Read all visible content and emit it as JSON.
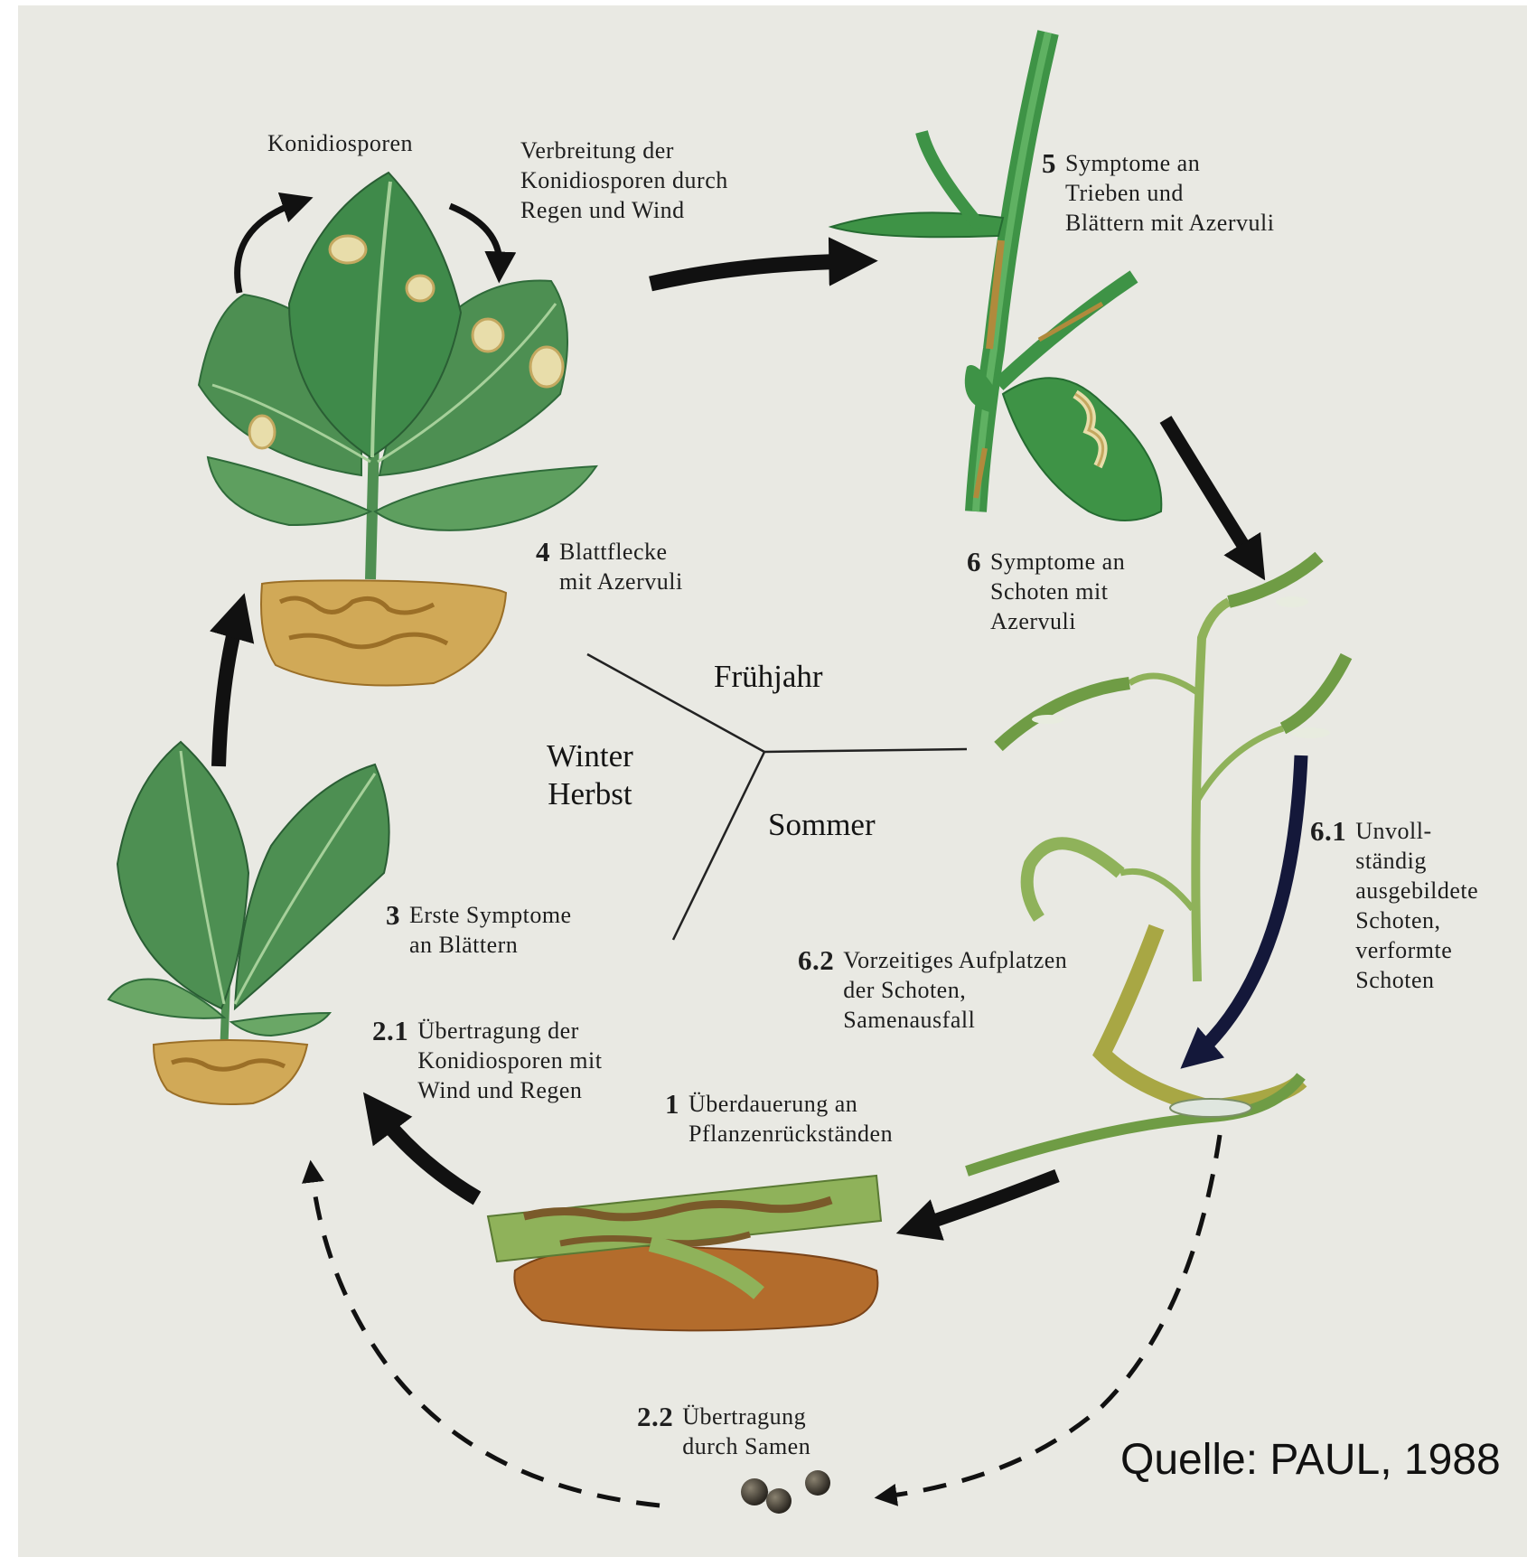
{
  "labels": {
    "konidiosporen": "Konidiosporen",
    "verbreitung": "Verbreitung der\nKonidiosporen durch\nRegen und Wind",
    "step4": {
      "num": "4",
      "text": "Blattflecke\nmit Azervuli"
    },
    "step5": {
      "num": "5",
      "text": "Symptome an\nTrieben und\nBlättern mit Azervuli"
    },
    "step6": {
      "num": "6",
      "text": "Symptome an\nSchoten mit\nAzervuli"
    },
    "step61": {
      "num": "6.1",
      "text": "Unvoll-\nständig\nausgebildete\nSchoten,\nverformte\nSchoten"
    },
    "step62": {
      "num": "6.2",
      "text": "Vorzeitiges Aufplatzen\nder Schoten,\nSamenausfall"
    },
    "step1": {
      "num": "1",
      "text": "Überdauerung an\nPflanzenrückständen"
    },
    "step21": {
      "num": "2.1",
      "text": "Übertragung der\nKonidiosporen mit\nWind und Regen"
    },
    "step22": {
      "num": "2.2",
      "text": "Übertragung\ndurch Samen"
    },
    "step3": {
      "num": "3",
      "text": "Erste Symptome\nan Blättern"
    }
  },
  "seasons": {
    "spring": "Frühjahr",
    "winter_autumn": "Winter\nHerbst",
    "summer": "Sommer"
  },
  "source": "Quelle: PAUL, 1988",
  "colors": {
    "background": "#e9e9e3",
    "leaf_green": "#3f8a4a",
    "leaf_light": "#7cb87a",
    "lesion": "#e6d9a4",
    "soil": "#b9852f",
    "arrow": "#111111",
    "arrow_navy": "#14183a"
  },
  "icons": [
    "cycle-arrow",
    "dashed-arrow",
    "leaf-plant",
    "plant-residue",
    "pod-stem",
    "seeds"
  ]
}
